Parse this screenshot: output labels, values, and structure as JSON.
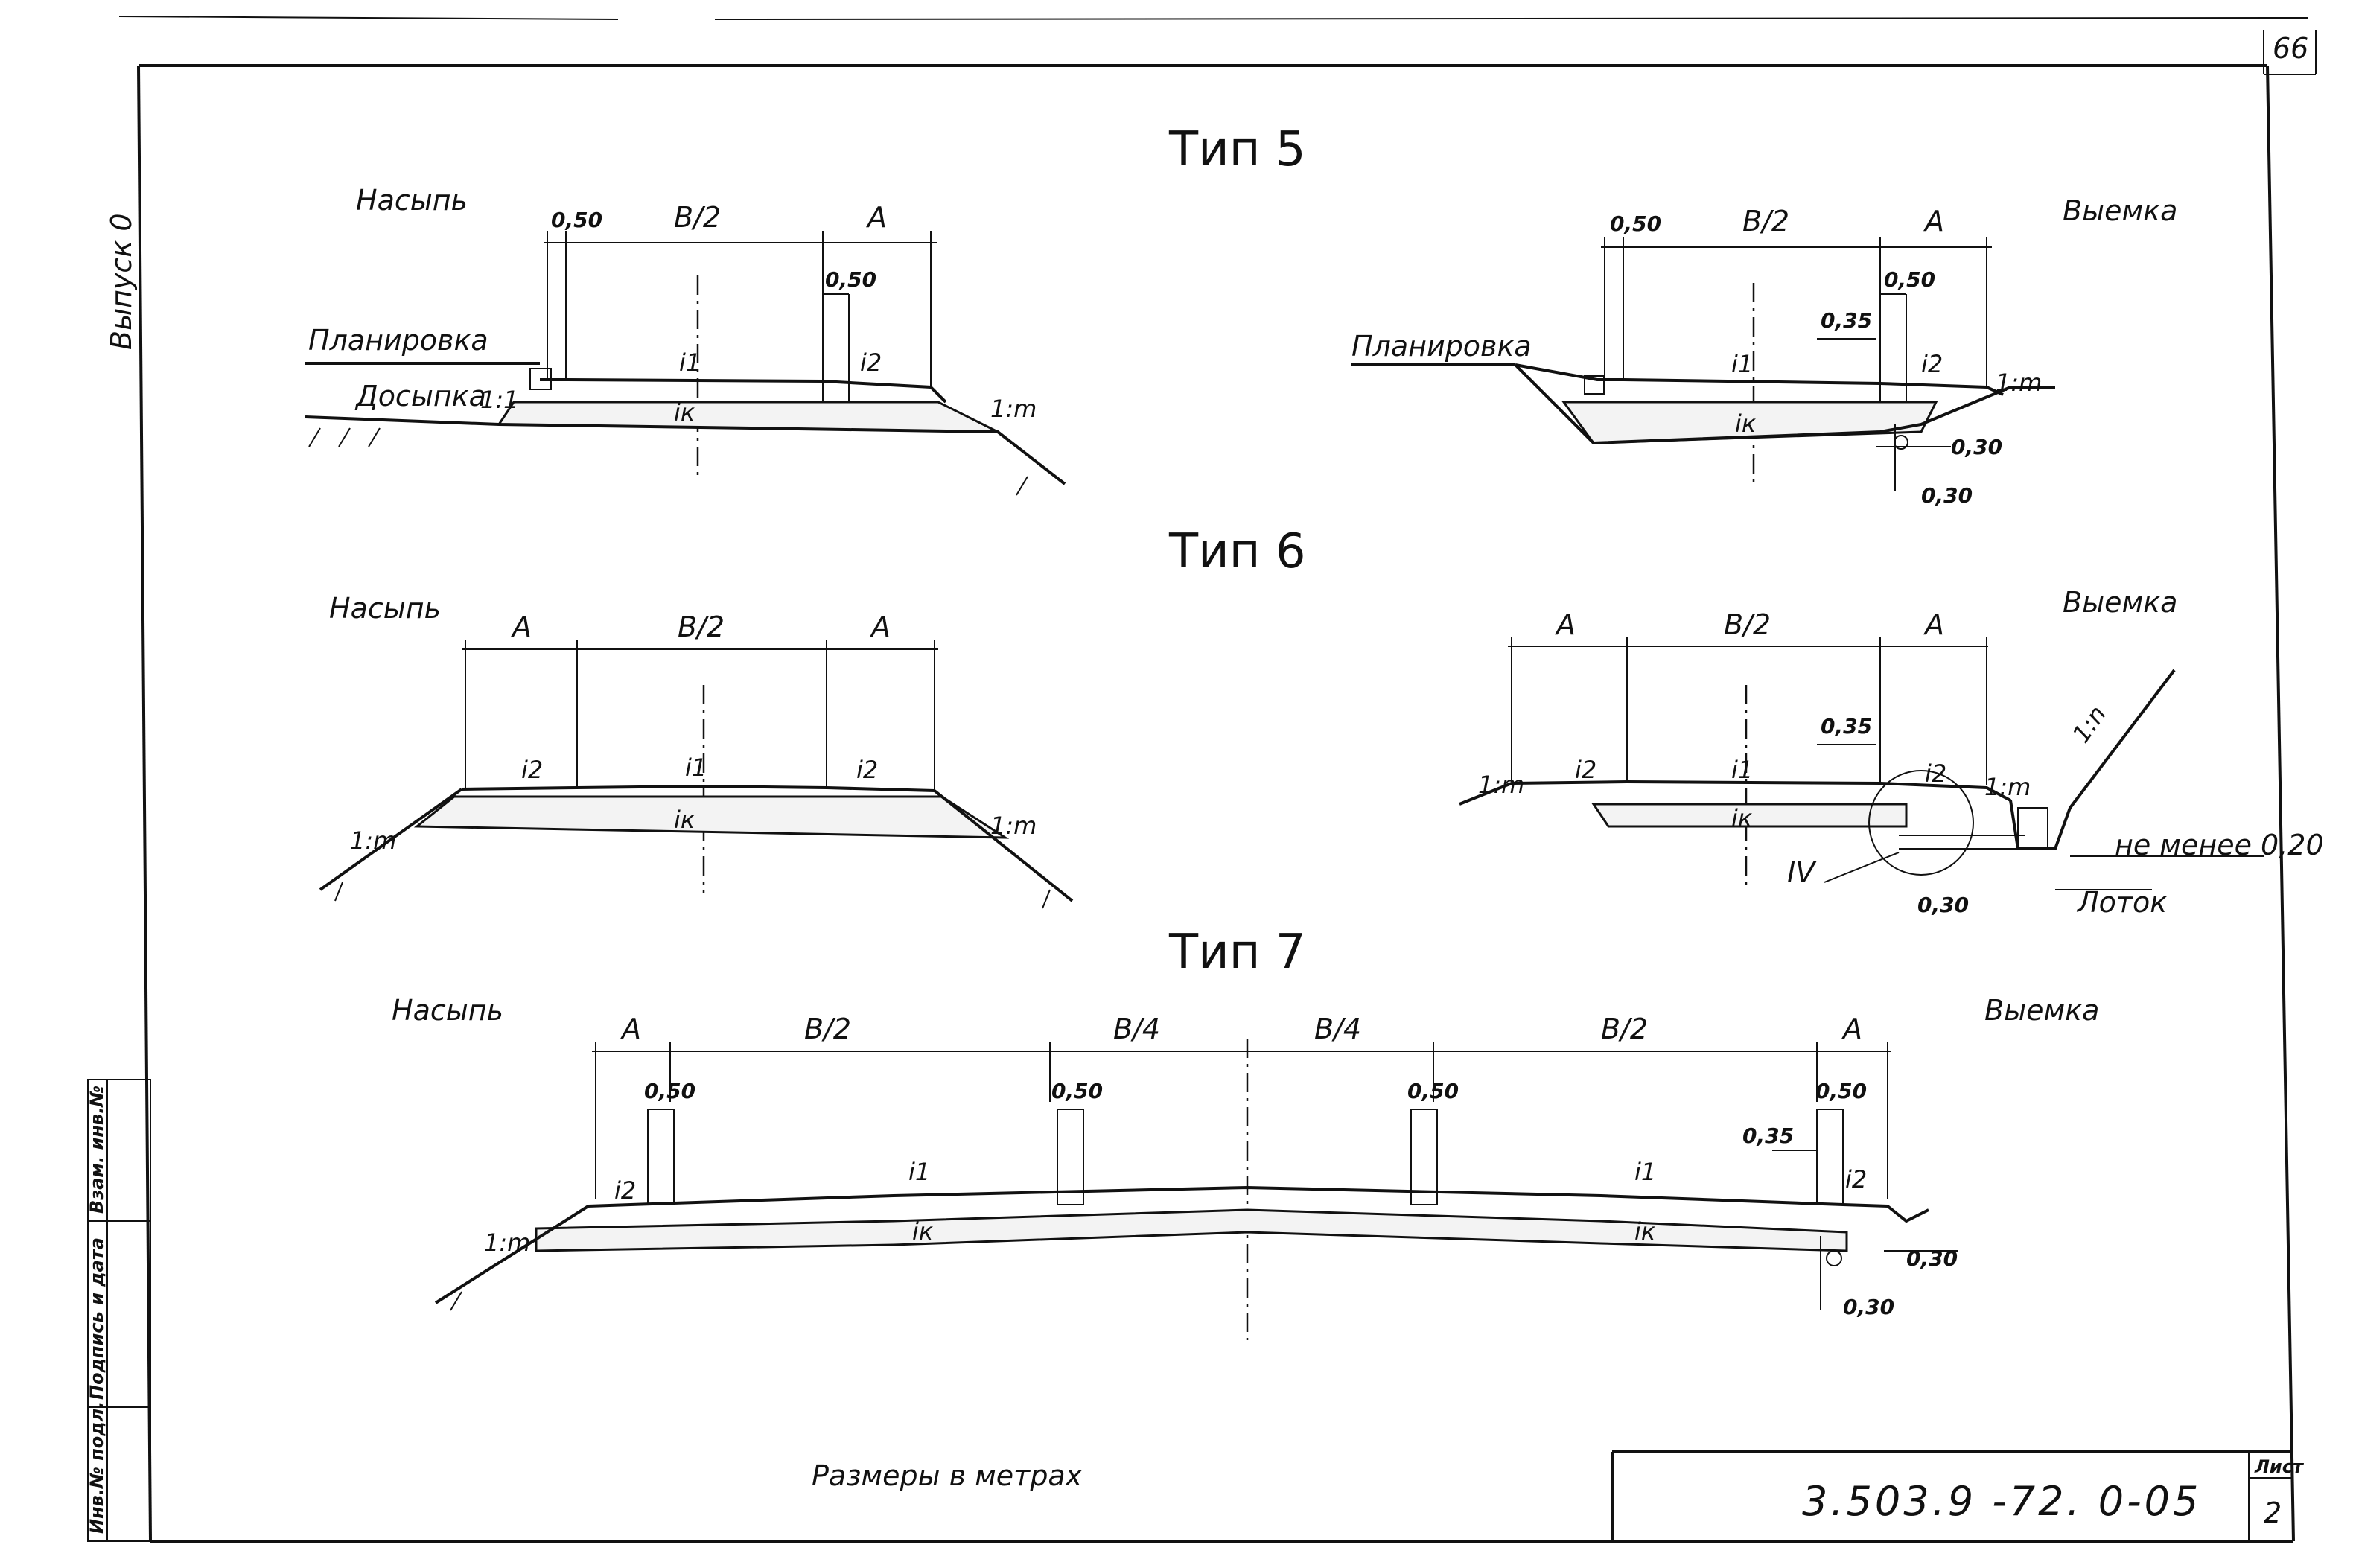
{
  "sheet_number": "66",
  "series_label": "Выпуск 0",
  "units_note": "Размеры в метрах",
  "doc_code": "3.503.9 -72. 0-05",
  "list_label": "Лист",
  "list_number": "2",
  "side_stamp": [
    "Инв.№ подл.",
    "Подпись и дата",
    "Взам. инв.№"
  ],
  "types": [
    {
      "title": "Тип 5",
      "left": {
        "label": "Насыпь",
        "dims": [
          "0,50",
          "B/2",
          "A",
          "0,50"
        ],
        "notes": [
          "Планировка",
          "Досыпка"
        ],
        "slopes": [
          "i1",
          "i2",
          "iк",
          "1:1",
          "1:m"
        ]
      },
      "right": {
        "label": "Выемка",
        "dims": [
          "0,50",
          "B/2",
          "A",
          "0,50",
          "0,35",
          "0,30",
          "0,30"
        ],
        "notes": [
          "Планировка"
        ],
        "slopes": [
          "i1",
          "i2",
          "iк",
          "1:m"
        ]
      }
    },
    {
      "title": "Тип 6",
      "left": {
        "label": "Насыпь",
        "dims": [
          "A",
          "B/2",
          "A"
        ],
        "slopes": [
          "i2",
          "i1",
          "i2",
          "iк",
          "1:m",
          "1:m"
        ]
      },
      "right": {
        "label": "Выемка",
        "dims": [
          "A",
          "B/2",
          "A",
          "0,35",
          "0,30"
        ],
        "notes": [
          "IV",
          "не менее 0,20",
          "Лоток"
        ],
        "slopes": [
          "i2",
          "i1",
          "i2",
          "iк",
          "1:m",
          "1:m",
          "1:n"
        ]
      }
    },
    {
      "title": "Тип 7",
      "left_label": "Насыпь",
      "right_label": "Выемка",
      "dims": [
        "A",
        "B/2",
        "B/4",
        "B/4",
        "B/2",
        "A",
        "0,50",
        "0,50",
        "0,50",
        "0,50",
        "0,35",
        "0,30",
        "0,30"
      ],
      "slopes": [
        "i2",
        "i1",
        "iк",
        "i1",
        "iк",
        "i2",
        "1:m"
      ]
    }
  ]
}
